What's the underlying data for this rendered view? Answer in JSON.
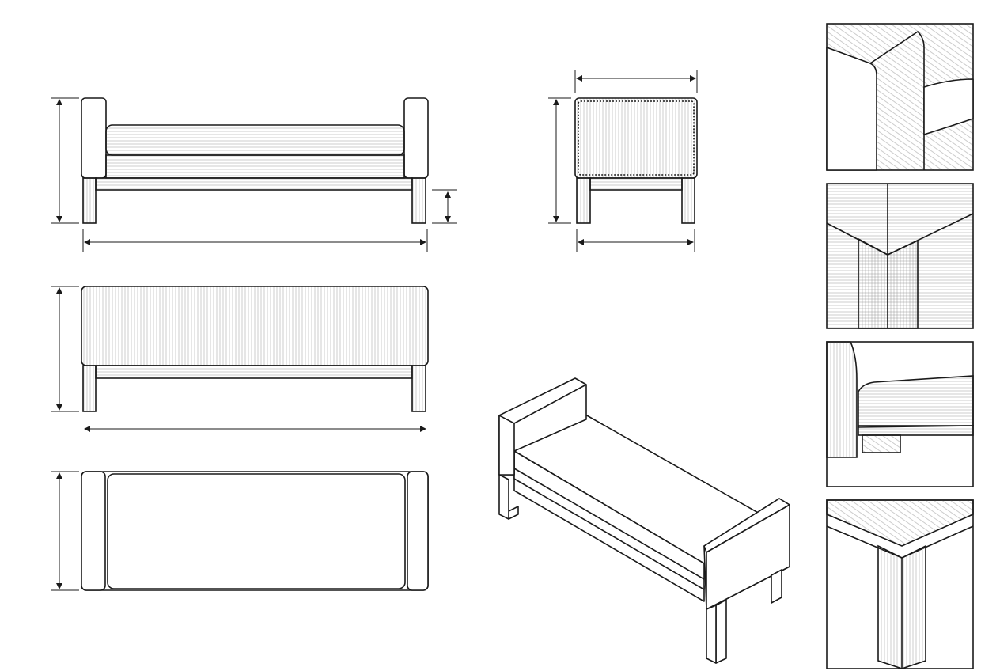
{
  "drawing": {
    "colors": {
      "line": "#1a1a1a",
      "background": "#ffffff",
      "texture": "#888888"
    },
    "views": [
      "front-view",
      "side-view",
      "back-view",
      "top-view",
      "isometric-view"
    ],
    "detail_panels": [
      "arm-corner-detail",
      "leg-joint-detail",
      "cushion-detail",
      "leg-corner-detail"
    ]
  }
}
